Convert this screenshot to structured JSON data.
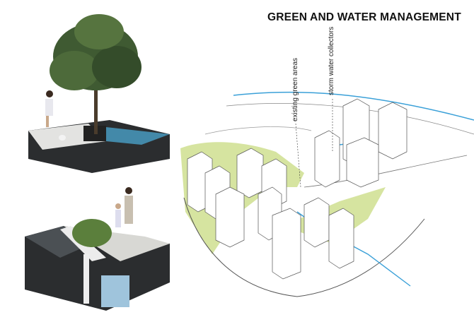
{
  "title": "GREEN AND WATER MANAGEMENT",
  "labels": {
    "green_areas": "existing green areas",
    "storm_water": "storm water collectors"
  },
  "colors": {
    "green_area": "#d6e4a0",
    "water": "#3aa0d8",
    "soil": "#2c2e30"
  },
  "icons": [
    "tree-illustration",
    "planter-illustration",
    "person-walking-dog",
    "people-walking"
  ]
}
